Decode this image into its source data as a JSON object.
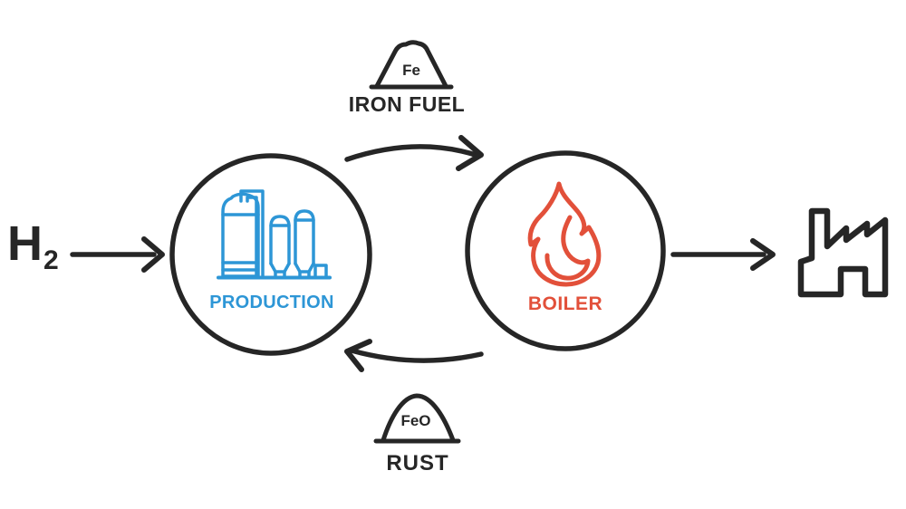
{
  "colors": {
    "ink": "#262626",
    "production_blue": "#2d96d6",
    "boiler_red": "#e2503a",
    "background": "#ffffff"
  },
  "input": {
    "symbol": "H",
    "subscript": "2"
  },
  "production": {
    "label": "PRODUCTION"
  },
  "boiler": {
    "label": "BOILER"
  },
  "iron_fuel": {
    "material": "Fe",
    "label": "IRON FUEL"
  },
  "rust": {
    "material": "FeO",
    "label": "RUST"
  },
  "icons": {
    "production": "industrial-tanks-icon",
    "boiler": "flame-icon",
    "iron_fuel": "ore-pile-icon",
    "rust": "ore-mound-icon",
    "output": "factory-icon"
  }
}
